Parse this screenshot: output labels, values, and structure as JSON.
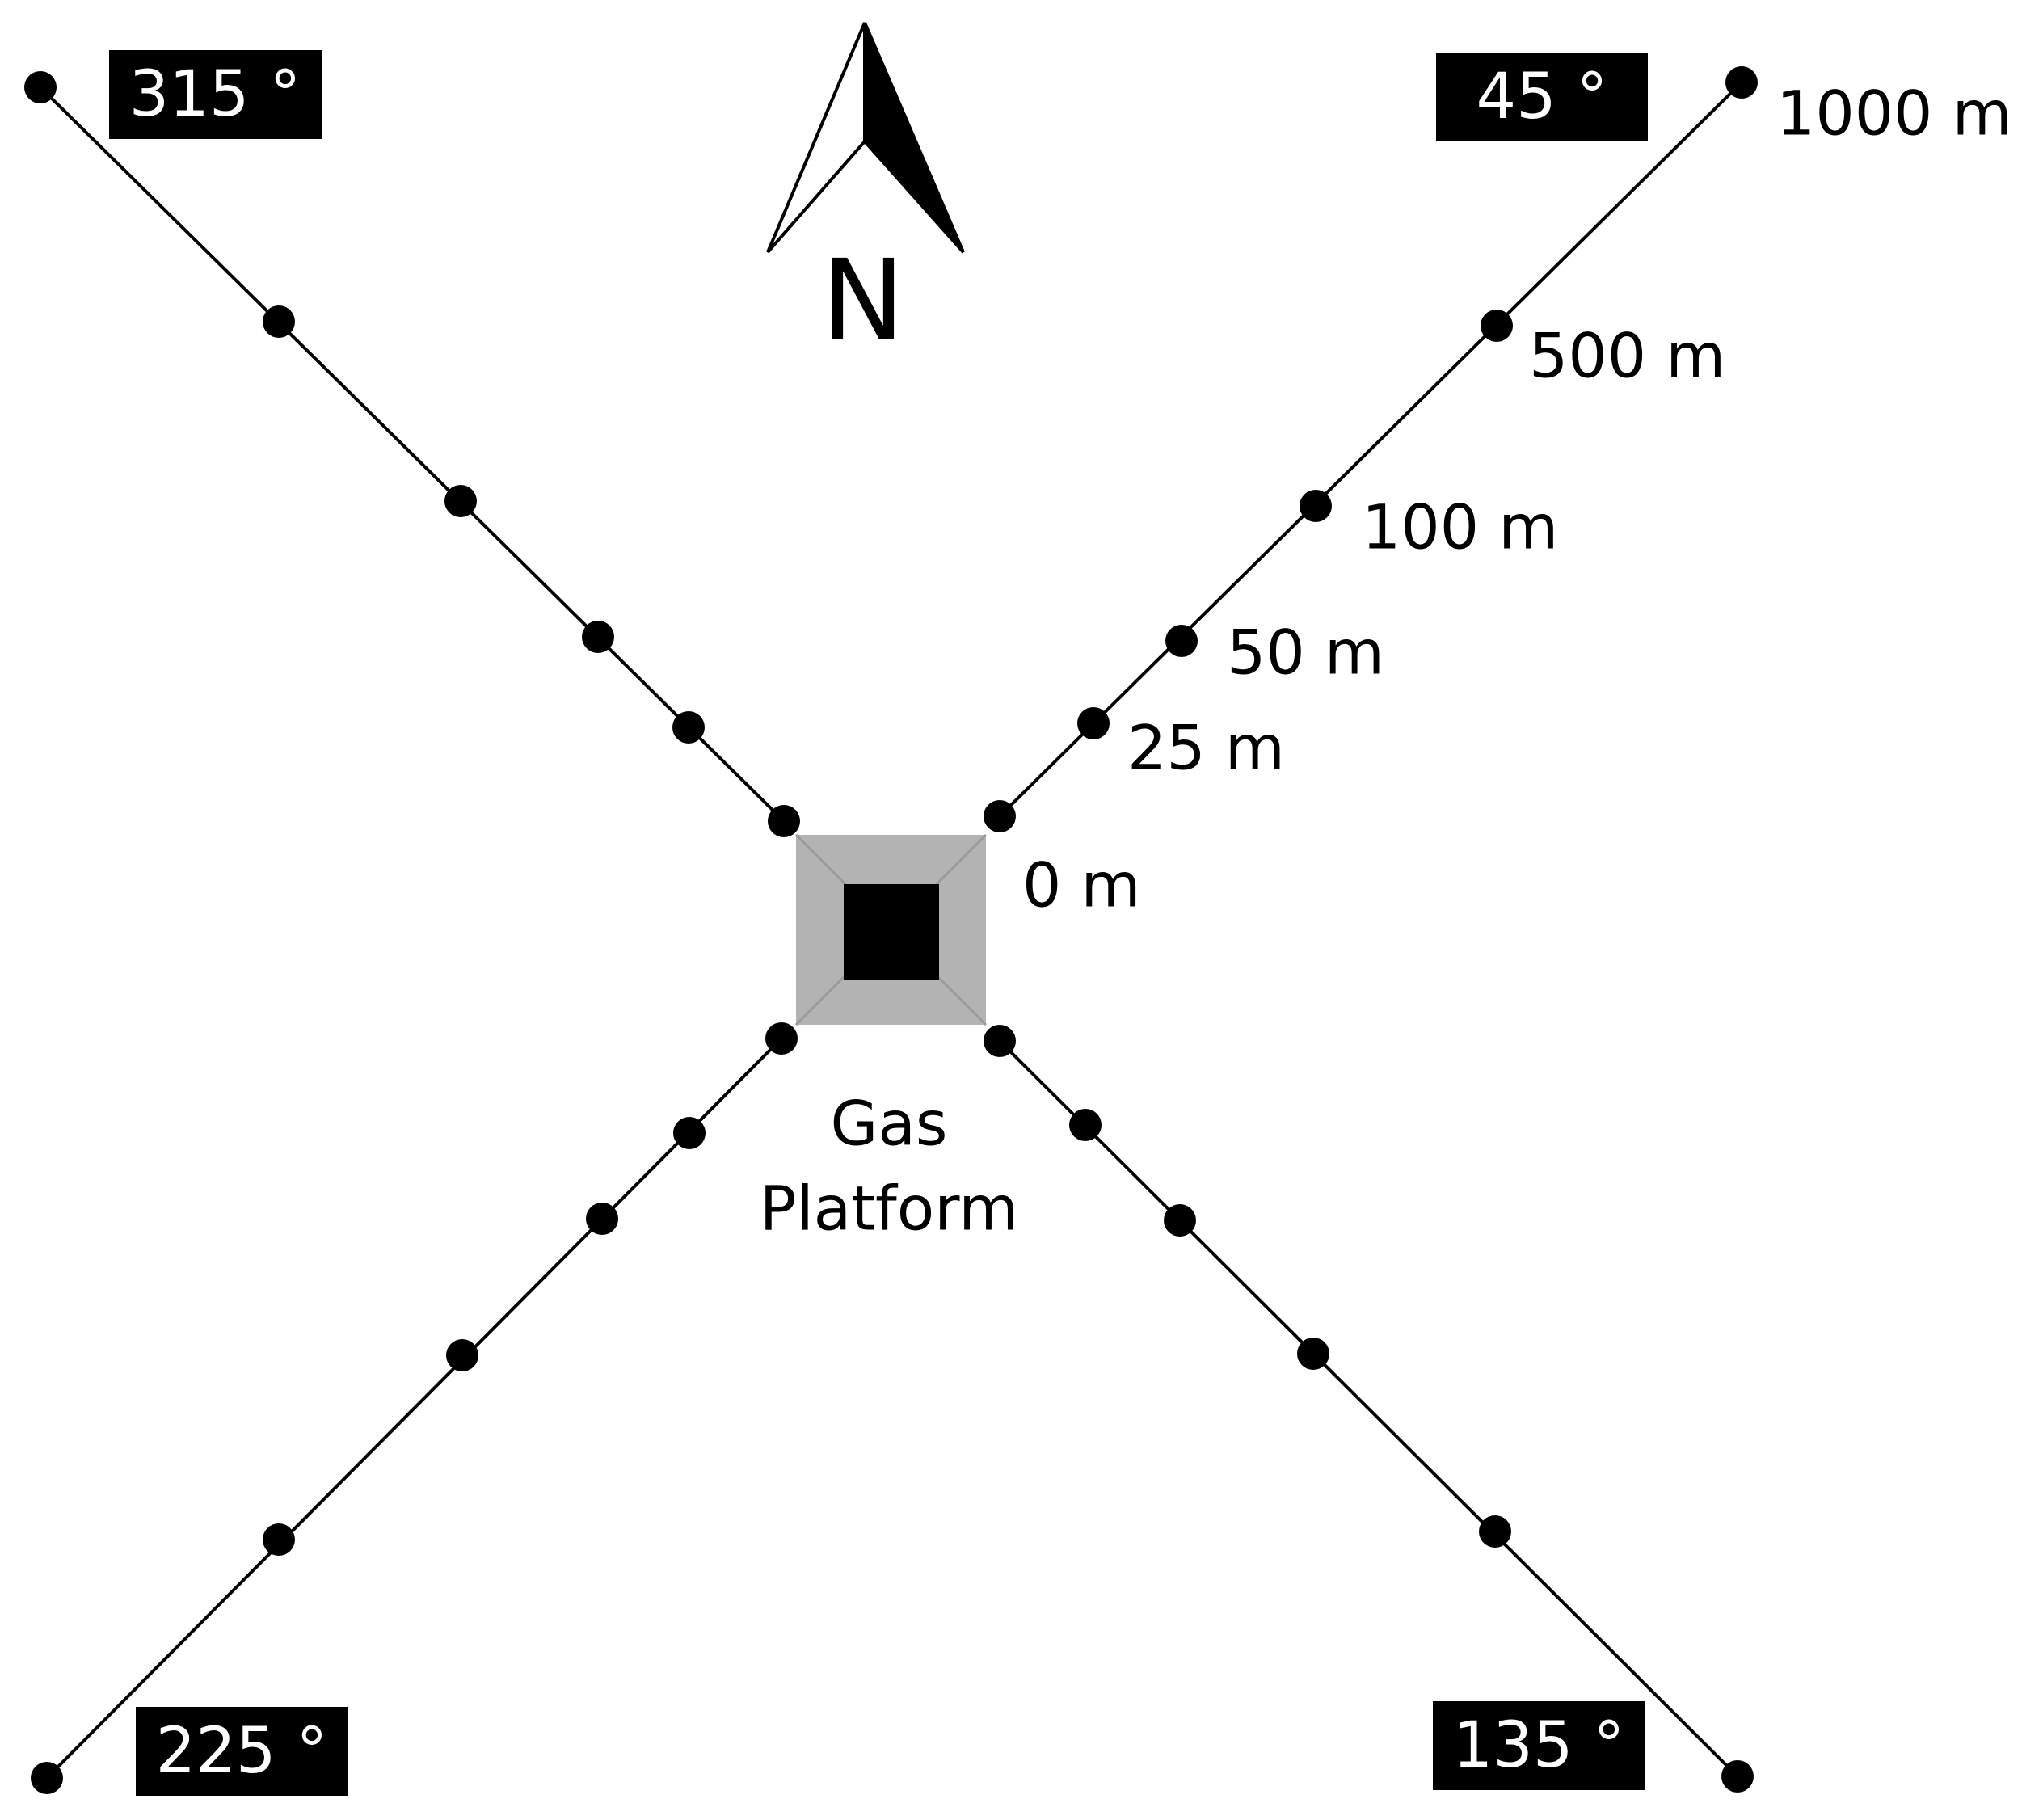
{
  "north_label": "N",
  "platform_label_line1": "Gas",
  "platform_label_line2": "Platform",
  "transects": [
    {
      "bearing": "315 °"
    },
    {
      "bearing": "45 °"
    },
    {
      "bearing": "135 °"
    },
    {
      "bearing": "225 °"
    }
  ],
  "distance_labels": [
    "0 m",
    "25 m",
    "50 m",
    "100 m",
    "500 m",
    "1000 m"
  ],
  "colors": {
    "background": "#ffffff",
    "platform_outer": "#b3b3b3",
    "platform_inner": "#000000",
    "station": "#000000",
    "label_box": "#000000",
    "label_box_text": "#ffffff"
  }
}
